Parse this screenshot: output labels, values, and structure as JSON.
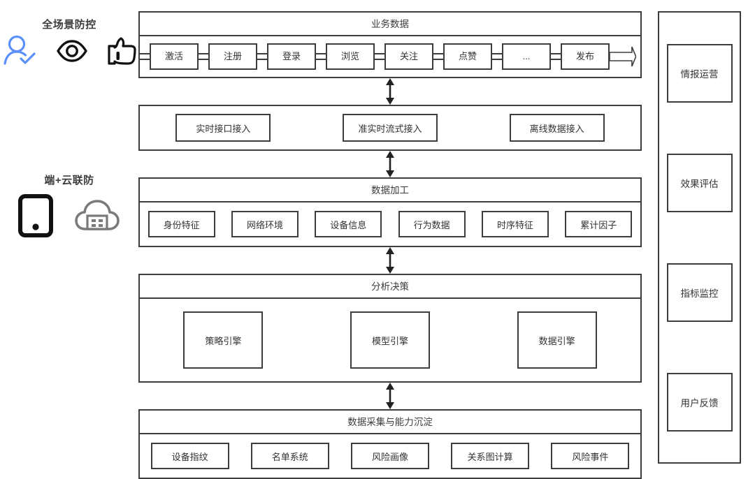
{
  "left_panel": {
    "groups": [
      {
        "title": "全场景防控",
        "icons": [
          {
            "name": "user-check-icon",
            "color": "#5b8ff9"
          },
          {
            "name": "eye-icon",
            "color": "#111111"
          },
          {
            "name": "thumbs-up-icon",
            "color": "#111111"
          }
        ]
      },
      {
        "title": "端+云联防",
        "icons": [
          {
            "name": "tablet-device-icon",
            "color": "#111111"
          },
          {
            "name": "cloud-server-icon",
            "color": "#7a7a7a"
          }
        ]
      }
    ]
  },
  "main": {
    "rows": [
      {
        "id": "business-data",
        "header": "业务数据",
        "type": "chain",
        "items": [
          "激活",
          "注册",
          "登录",
          "浏览",
          "关注",
          "点赞",
          "...",
          "发布"
        ],
        "end_arrow": "flow-arrow-right"
      },
      {
        "id": "data-access",
        "header": null,
        "type": "items",
        "items": [
          "实时接口接入",
          "准实时流式接入",
          "离线数据接入"
        ]
      },
      {
        "id": "data-processing",
        "header": "数据加工",
        "type": "items",
        "items": [
          "身份特征",
          "网络环境",
          "设备信息",
          "行为数据",
          "时序特征",
          "累计因子"
        ]
      },
      {
        "id": "analysis-decision",
        "header": "分析决策",
        "type": "items",
        "items": [
          "策略引擎",
          "模型引擎",
          "数据引擎"
        ]
      },
      {
        "id": "data-collection",
        "header": "数据采集与能力沉淀",
        "type": "items",
        "items": [
          "设备指纹",
          "名单系统",
          "风险画像",
          "关系图计算",
          "风险事件"
        ]
      }
    ],
    "connector": "double-headed-vertical-arrow"
  },
  "right_rail": {
    "items": [
      "情报运营",
      "效果评估",
      "指标监控",
      "用户反馈"
    ]
  },
  "colors": {
    "stroke": "#3d3d3d",
    "text": "#333333",
    "accent_blue": "#5b8ff9",
    "icon_gray": "#7a7a7a"
  }
}
